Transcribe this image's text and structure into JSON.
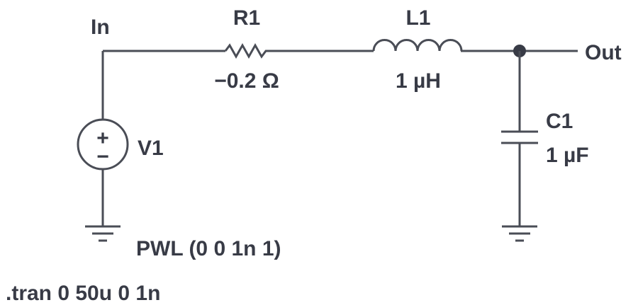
{
  "nodes": {
    "in_label": "In",
    "out_label": "Out"
  },
  "resistor": {
    "name": "R1",
    "value": "−0.2 Ω"
  },
  "inductor": {
    "name": "L1",
    "value": "1 µH"
  },
  "capacitor": {
    "name": "C1",
    "value": "1 µF"
  },
  "source": {
    "name": "V1",
    "value": "PWL (0 0 1n 1)",
    "plus_symbol": "+",
    "minus_symbol": "−"
  },
  "directive": ".tran 0 50u 0 1n",
  "colors": {
    "wire": "#4a4d56",
    "text": "#383b46",
    "background": "#ffffff"
  }
}
